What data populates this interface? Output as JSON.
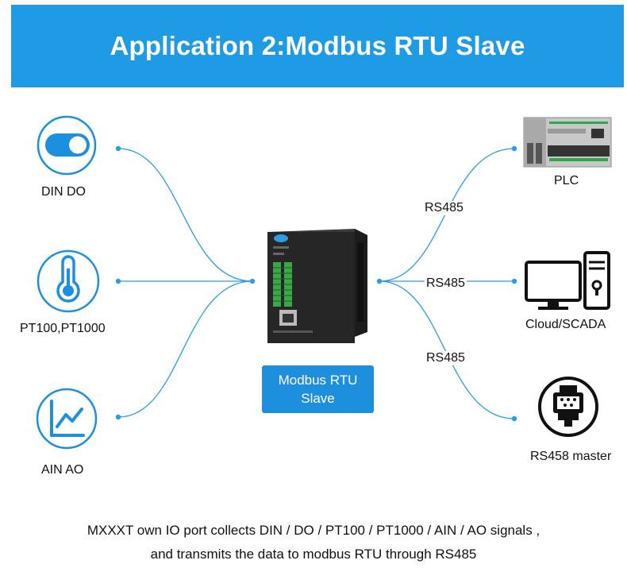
{
  "title": "Application 2:Modbus RTU Slave",
  "inputs": [
    {
      "label": "DIN DO",
      "icon": "toggle-switch-icon"
    },
    {
      "label": "PT100,PT1000",
      "icon": "thermometer-icon"
    },
    {
      "label": "AIN AO",
      "icon": "line-chart-icon"
    }
  ],
  "module": {
    "line1": "Modbus RTU",
    "line2": "Slave"
  },
  "outputs": [
    {
      "label": "PLC",
      "link": "RS485",
      "icon": "plc-icon"
    },
    {
      "label": "Cloud/SCADA",
      "link": "RS485",
      "icon": "computer-icon"
    },
    {
      "label": "RS458 master",
      "link": "RS485",
      "icon": "serial-connector-icon"
    }
  ],
  "footer": {
    "line1": "MXXXT own IO port collects DIN / DO / PT100 / PT1000 / AIN / AO signals ,",
    "line2": "and transmits the data to modbus RTU through RS485"
  },
  "colors": {
    "accent": "#1e9be4",
    "icon_blue": "#1b8fe0",
    "box": "#1e8fdc"
  }
}
